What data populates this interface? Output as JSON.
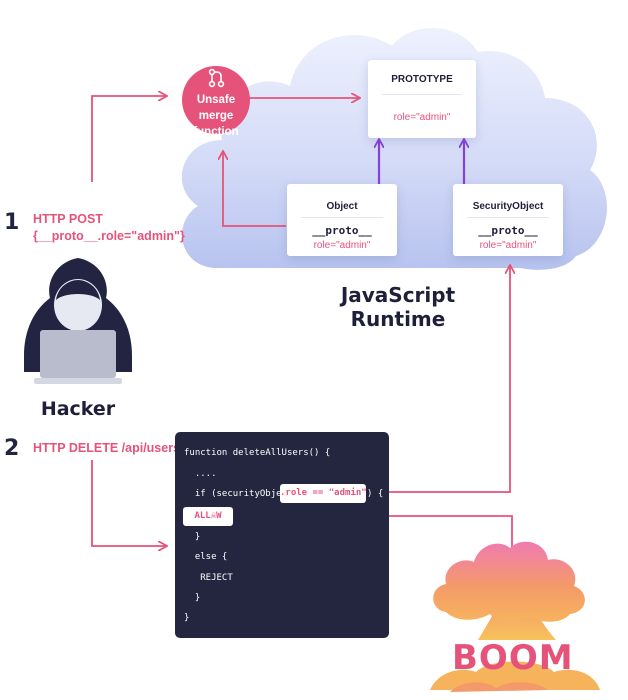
{
  "steps": [
    {
      "number": "1",
      "request_line1": "HTTP POST",
      "request_line2": "{__proto__.role=\"admin\"}"
    },
    {
      "number": "2",
      "request_line1": "HTTP DELETE /api/users"
    }
  ],
  "merge_function": {
    "label_line1": "Unsafe merge",
    "label_line2": "function"
  },
  "prototype_box": {
    "title": "PROTOTYPE",
    "role": "role=\"admin\""
  },
  "object_box": {
    "title": "Object",
    "proto": "__proto__",
    "role": "role=\"admin\""
  },
  "security_box": {
    "title": "SecurityObject",
    "proto": "__proto__",
    "role": "role=\"admin\""
  },
  "runtime": {
    "line1": "JavaScript",
    "line2": "Runtime"
  },
  "hacker": {
    "label": "Hacker"
  },
  "code": {
    "lines": [
      "function deleteAllUsers() {",
      "  ....",
      "  if (securityObject",
      "  }",
      "  else {",
      "   REJECT",
      "  }",
      "}"
    ],
    "highlight_condition": ".role == \"admin\"",
    "after_condition": ") {",
    "highlight_allow": "ALL☠W"
  },
  "boom": {
    "label": "BOOM"
  },
  "colors": {
    "accent": "#e6537a",
    "purple": "#8a3fd6",
    "code_bg": "#242640",
    "cloud": "#c9d3f5",
    "dark": "#1f1f3a"
  }
}
